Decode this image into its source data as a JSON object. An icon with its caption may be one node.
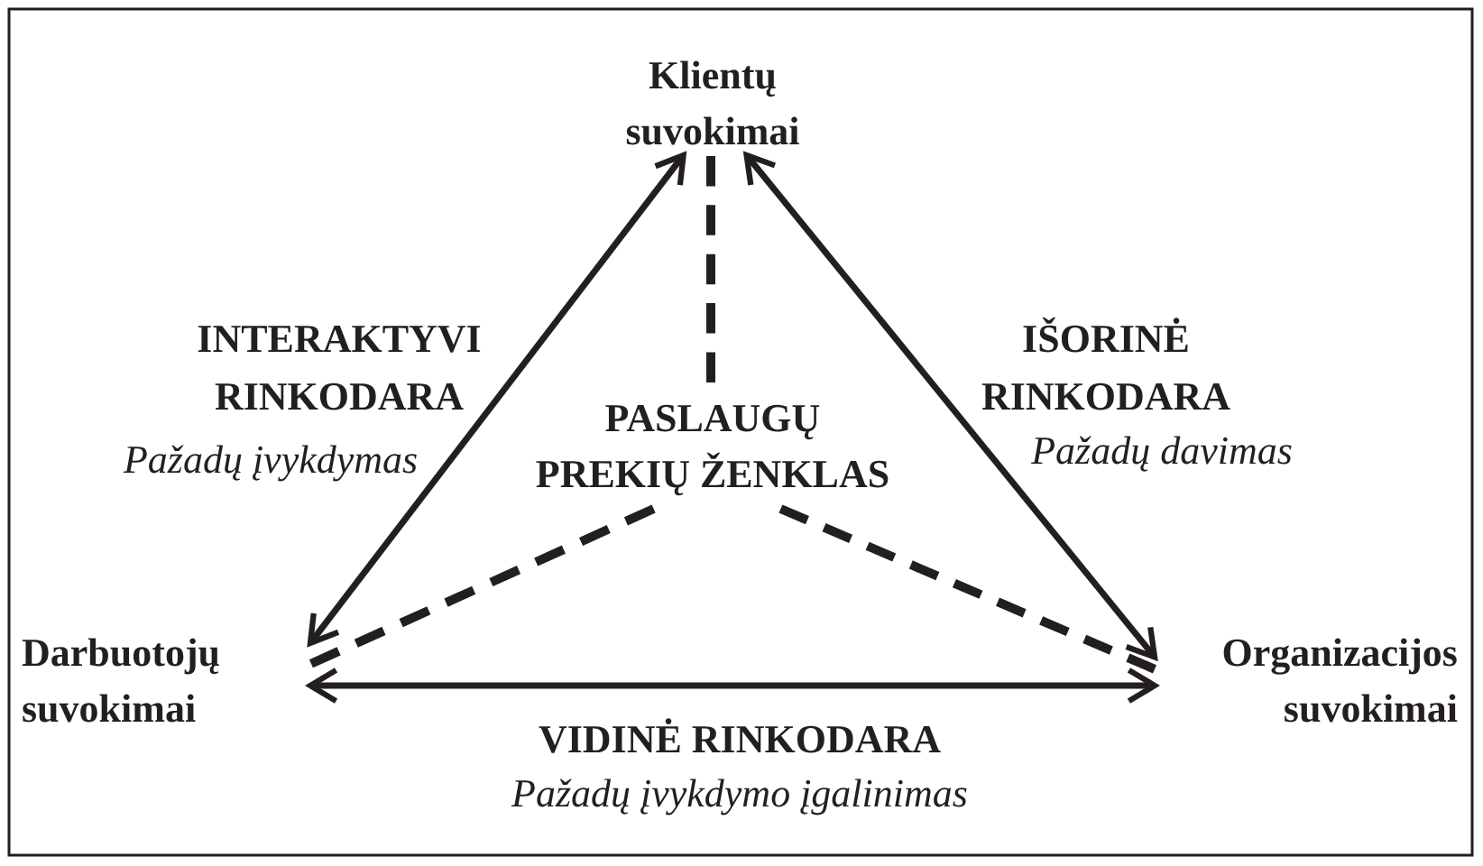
{
  "diagram": {
    "nodes": [
      {
        "text": [
          "Klientų suvokimai"
        ]
      },
      {
        "text": [
          "Darbuotojų suvokimai"
        ]
      },
      {
        "text": [
          "Organizacijos suvokimai"
        ]
      },
      {
        "text": [
          "PASLAUGŲ PREKIŲ ŽENKLAS"
        ]
      }
    ],
    "edges": [
      {
        "from": 0,
        "to": 1,
        "arrow": "both"
      },
      {
        "from": 0,
        "to": 2,
        "arrow": "both"
      },
      {
        "from": 1,
        "to": 2,
        "arrow": "both"
      },
      {
        "from": 3,
        "to": 0,
        "arrow": "none",
        "style": "dashed"
      },
      {
        "from": 3,
        "to": 1,
        "arrow": "none",
        "style": "dashed"
      },
      {
        "from": 3,
        "to": 2,
        "arrow": "none",
        "style": "dashed"
      }
    ],
    "labels": [
      "INTERAKTYVI RINKODARA",
      "Pažadų įvykdymas",
      "IŠORINĖ RINKODARA",
      "Pažadų davimas",
      "VIDINĖ RINKODARA",
      "Pažadų įvykdymo įgalinimas"
    ]
  }
}
